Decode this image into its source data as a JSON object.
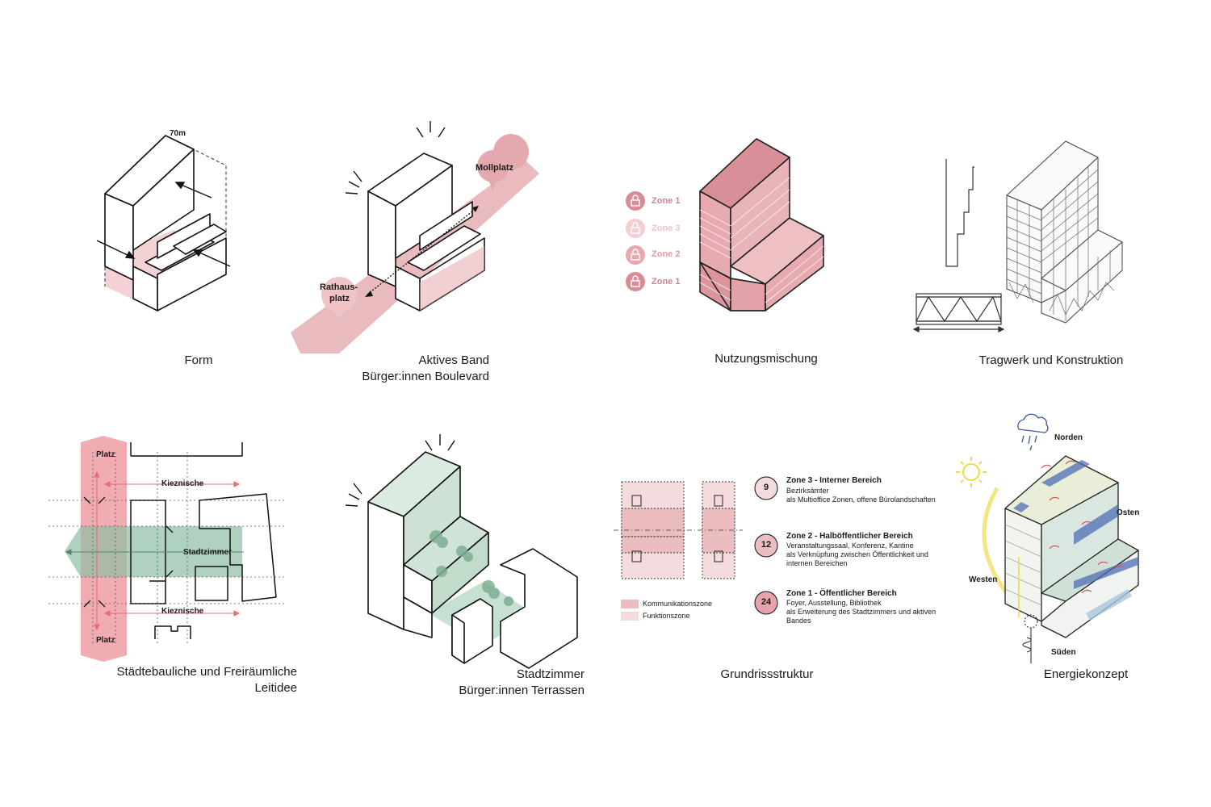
{
  "colors": {
    "pink": "#e8b8bc",
    "pink_light": "#f4dcde",
    "pink_dark": "#c96d77",
    "green": "#a9cdb9",
    "green_light": "#d6e8de",
    "blue": "#4f6fb5",
    "yellow": "#f2e271"
  },
  "panels": {
    "form": {
      "caption": "Form",
      "dimension": "70m"
    },
    "aktives_band": {
      "caption_line1": "Aktives Band",
      "caption_line2": "Bürger:innen Boulevard",
      "label_mollplatz": "Mollplatz",
      "label_rathausplatz_1": "Rathaus-",
      "label_rathausplatz_2": "platz"
    },
    "nutzungsmischung": {
      "caption": "Nutzungsmischung",
      "zones": [
        {
          "label": "Zone 1",
          "tone": "dark"
        },
        {
          "label": "Zone 3",
          "tone": "light"
        },
        {
          "label": "Zone 2",
          "tone": "mid"
        },
        {
          "label": "Zone 1",
          "tone": "dark"
        }
      ]
    },
    "tragwerk": {
      "caption": "Tragwerk und Konstruktion"
    },
    "staedtebau": {
      "caption_line1": "Städtebauliche und Freiräumliche",
      "caption_line2": "Leitidee",
      "label_platz_top": "Platz",
      "label_platz_bottom": "Platz",
      "label_kieznische_top": "Kieznische",
      "label_kieznische_bottom": "Kieznische",
      "label_stadtzimmer": "Stadtzimmer"
    },
    "stadtzimmer": {
      "caption_line1": "Stadtzimmer",
      "caption_line2": "Bürger:innen Terrassen"
    },
    "grundriss": {
      "caption": "Grundrissstruktur",
      "legend": [
        {
          "label": "Kommunikationszone"
        },
        {
          "label": "Funktionszone"
        }
      ],
      "zones": [
        {
          "clock": "9",
          "title": "Zone 3 - Interner Bereich",
          "lines": [
            "Bezirksämter",
            "als Multioffice Zonen, offene Bürolandschaften"
          ]
        },
        {
          "clock": "12",
          "title": "Zone 2 - Halböffentlicher Bereich",
          "lines": [
            "Veranstaltungssaal, Konferenz, Kantine",
            "als Verknüpfung zwischen Öffentlichkeit und",
            "internen Bereichen"
          ]
        },
        {
          "clock": "24",
          "title": "Zone 1 - Öffentlicher Bereich",
          "lines": [
            "Foyer, Ausstellung, Bibliothek",
            "als Erweiterung des Stadtzimmers und aktiven",
            "Bandes"
          ]
        }
      ]
    },
    "energie": {
      "caption": "Energiekonzept",
      "label_norden": "Norden",
      "label_osten": "Osten",
      "label_westen": "Westen",
      "label_sueden": "Süden"
    }
  }
}
